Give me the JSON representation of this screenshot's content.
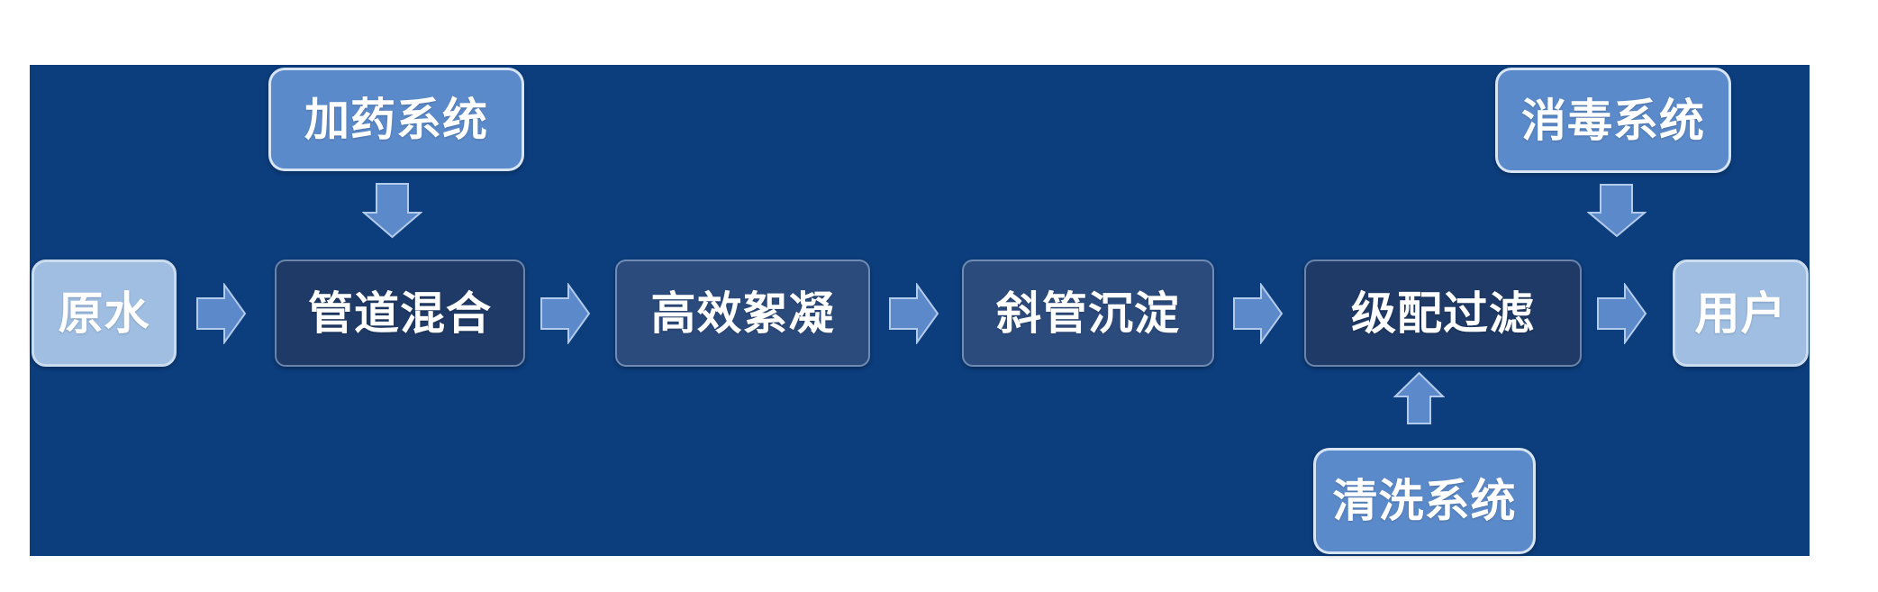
{
  "diagram": {
    "type": "process-flowchart",
    "language": "zh-CN",
    "nodes": {
      "raw_water": "原水",
      "pipe_mixing": "管道混合",
      "efficient_flocculation": "高效絮凝",
      "inclined_tube_sedimentation": "斜管沉淀",
      "graded_filtration": "级配过滤",
      "users": "用户",
      "dosing_system": "加药系统",
      "disinfection_system": "消毒系统",
      "cleaning_system": "清洗系统"
    },
    "edges": [
      {
        "from": "raw_water",
        "to": "pipe_mixing",
        "direction": "right"
      },
      {
        "from": "pipe_mixing",
        "to": "efficient_flocculation",
        "direction": "right"
      },
      {
        "from": "efficient_flocculation",
        "to": "inclined_tube_sedimentation",
        "direction": "right"
      },
      {
        "from": "inclined_tube_sedimentation",
        "to": "graded_filtration",
        "direction": "right"
      },
      {
        "from": "graded_filtration",
        "to": "users",
        "direction": "right"
      },
      {
        "from": "dosing_system",
        "to": "pipe_mixing",
        "direction": "down"
      },
      {
        "from": "disinfection_system",
        "to": "users",
        "direction": "down"
      },
      {
        "from": "cleaning_system",
        "to": "graded_filtration",
        "direction": "up"
      }
    ],
    "colors": {
      "panel_background": "#0C3D7C",
      "canvas_background": "#FFFFFF",
      "light_node_fill": "#9FBEE2",
      "medium_node_fill": "#5B8ACA",
      "dark_node_fill": "#1F3A66",
      "slate_node_fill": "#2C4B7D",
      "arrow_fill": "#5C89C9",
      "arrow_outline": "#B3CBEA",
      "text": "#FFFFFF"
    }
  }
}
